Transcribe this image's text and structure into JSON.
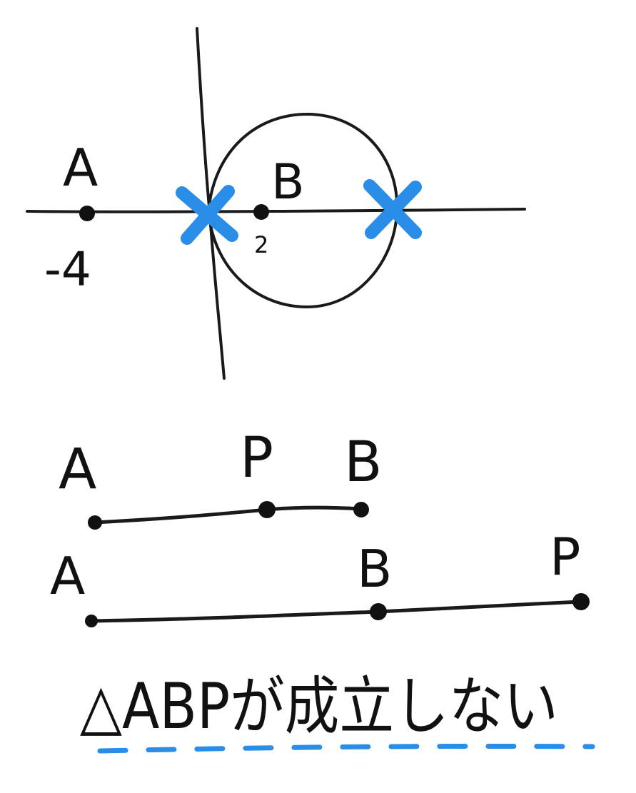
{
  "figure1": {
    "point_a_label": "A",
    "point_a_value": "-4",
    "point_b_label": "B",
    "point_b_value": "2",
    "cross_color": "#2a8ee8"
  },
  "figure2": {
    "point_a_label": "A",
    "point_p_label": "P",
    "point_b_label": "B"
  },
  "figure3": {
    "point_a_label": "A",
    "point_b_label": "B",
    "point_p_label": "P"
  },
  "caption": {
    "text": "△ABPが成立しない",
    "underline_color": "#2a8ee8"
  }
}
